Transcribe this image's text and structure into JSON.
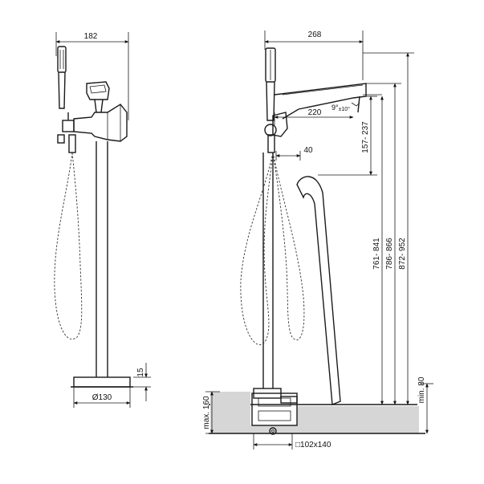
{
  "dimensions": {
    "width_front": "182",
    "width_side": "268",
    "spout_reach": "220",
    "spout_angle": "9°",
    "spout_angle_tol": "±10°",
    "hand_shower_offset": "40",
    "base_height": "15",
    "base_diameter": "Ø130",
    "h_157_237": "157- 237",
    "h_761_841": "761- 841",
    "h_786_866": "786- 866",
    "h_872_952": "872- 952",
    "min_80": "min. 80",
    "max_160": "max. 160",
    "box_size": "□102x140"
  }
}
